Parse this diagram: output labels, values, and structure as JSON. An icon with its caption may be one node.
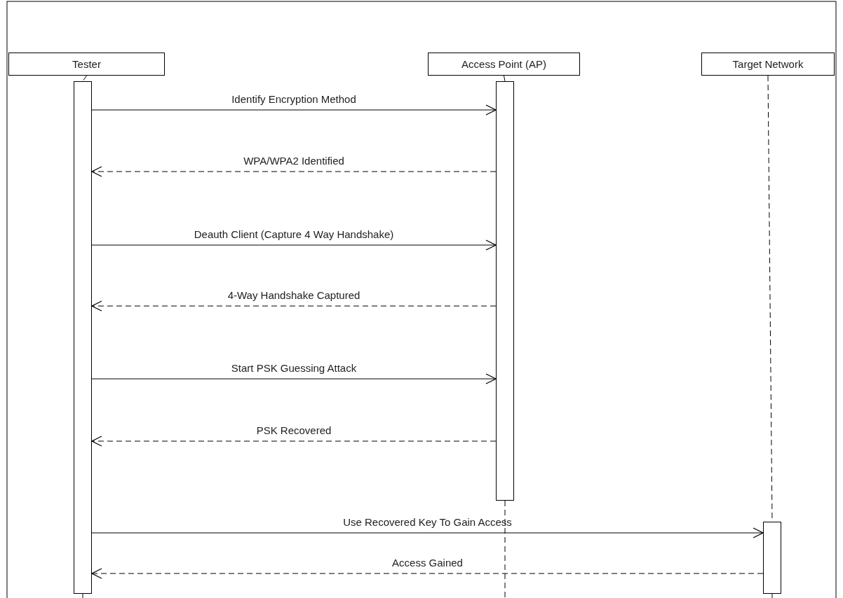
{
  "diagram": {
    "nodes": [
      {
        "text": [
          "Tester"
        ]
      },
      {
        "text": [
          "Access Point (AP)"
        ]
      },
      {
        "text": [
          "Target Network"
        ]
      },
      {
        "text": [],
        "shape": "bar"
      },
      {
        "text": [],
        "shape": "bar"
      },
      {
        "text": [],
        "shape": "bar"
      }
    ],
    "edges": [
      {
        "from": 0,
        "to": 3,
        "arrow": "none",
        "style": "dashed"
      },
      {
        "from": 1,
        "to": 4,
        "arrow": "none",
        "style": "dashed"
      },
      {
        "from": 2,
        "to": 5,
        "arrow": "none",
        "style": "dashed"
      },
      {
        "from": 3,
        "to": 4,
        "arrow": "to",
        "label": "Identify Encryption Method"
      },
      {
        "from": 4,
        "to": 3,
        "arrow": "to",
        "label": "WPA/WPA2 Identified",
        "style": "dashed"
      },
      {
        "from": 3,
        "to": 4,
        "arrow": "to",
        "label": "Deauth Client (Capture 4 Way Handshake)"
      },
      {
        "from": 4,
        "to": 3,
        "arrow": "to",
        "label": "4-Way Handshake Captured",
        "style": "dashed"
      },
      {
        "from": 3,
        "to": 4,
        "arrow": "to",
        "label": "Start PSK Guessing Attack"
      },
      {
        "from": 4,
        "to": 3,
        "arrow": "to",
        "label": "PSK Recovered",
        "style": "dashed"
      },
      {
        "from": 3,
        "to": 5,
        "arrow": "to",
        "label": "Use Recovered Key To Gain Access"
      },
      {
        "from": 5,
        "to": 3,
        "arrow": "to",
        "label": "Access Gained",
        "style": "dashed"
      }
    ]
  }
}
